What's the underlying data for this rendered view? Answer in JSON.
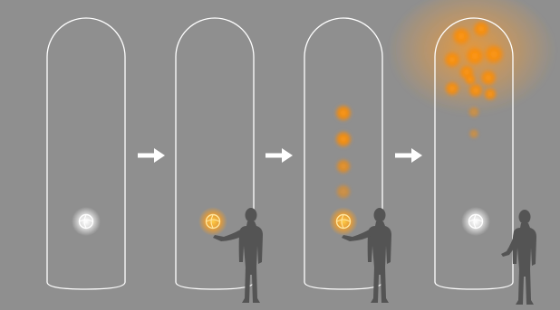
{
  "colors": {
    "background": "#8f8f8f",
    "outline": "#ffffff",
    "light_active": "#ffb01f",
    "light_burst": "#ff8a00",
    "light_idle": "#ffffff",
    "silhouette": "#545454",
    "arrow": "#ffffff"
  },
  "panels": [
    {
      "state": "idle",
      "figure": "none"
    },
    {
      "state": "touched",
      "figure": "touching"
    },
    {
      "state": "rising",
      "figure": "touching"
    },
    {
      "state": "released",
      "figure": "stepping-away"
    }
  ],
  "arrows": [
    "arrow-right-icon",
    "arrow-right-icon",
    "arrow-right-icon"
  ],
  "icons": {
    "orb": "globe-orb-icon",
    "person": "person-silhouette-icon"
  }
}
